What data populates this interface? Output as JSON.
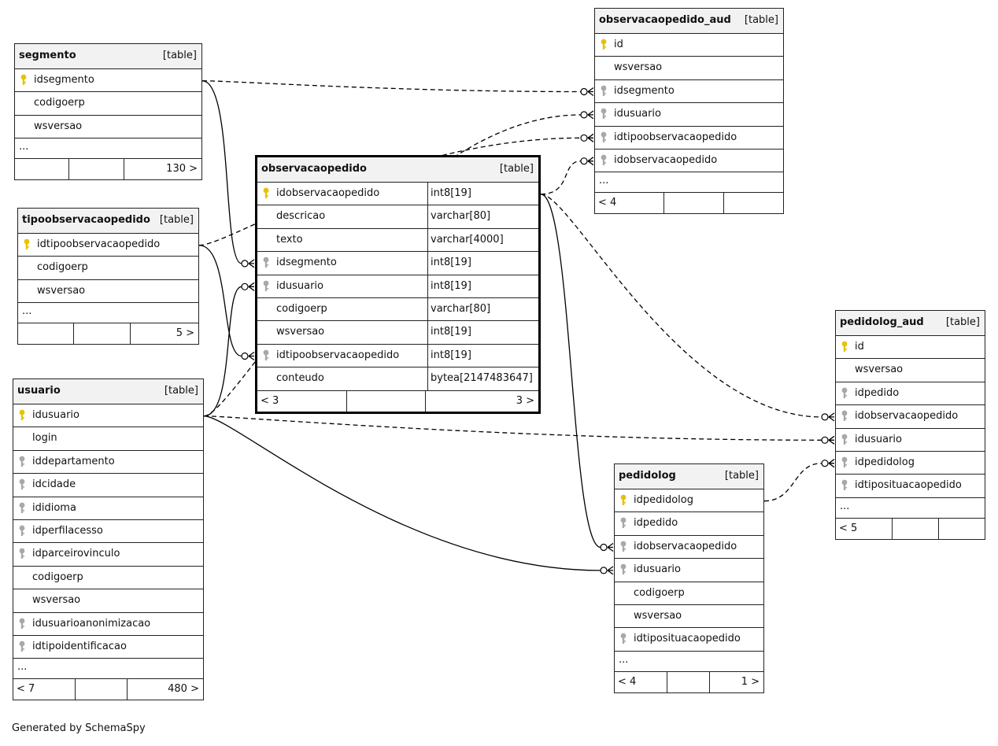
{
  "key_colors": {
    "primary": "#e6c300",
    "foreign": "#a8a8a8"
  },
  "footer": "Generated by SchemaSpy",
  "tables": [
    {
      "id": "segmento",
      "name": "segmento",
      "tag": "[table]",
      "columns": [
        {
          "name": "idsegmento",
          "key": "primary"
        },
        {
          "name": "codigoerp",
          "key": ""
        },
        {
          "name": "wsversao",
          "key": ""
        }
      ],
      "ellipsis": "...",
      "footer": [
        "",
        "",
        "130 >"
      ]
    },
    {
      "id": "tipoobservacaopedido",
      "name": "tipoobservacaopedido",
      "tag": "[table]",
      "columns": [
        {
          "name": "idtipoobservacaopedido",
          "key": "primary"
        },
        {
          "name": "codigoerp",
          "key": ""
        },
        {
          "name": "wsversao",
          "key": ""
        }
      ],
      "ellipsis": "...",
      "footer": [
        "",
        "",
        "5 >"
      ]
    },
    {
      "id": "usuario",
      "name": "usuario",
      "tag": "[table]",
      "columns": [
        {
          "name": "idusuario",
          "key": "primary"
        },
        {
          "name": "login",
          "key": ""
        },
        {
          "name": "iddepartamento",
          "key": "foreign"
        },
        {
          "name": "idcidade",
          "key": "foreign"
        },
        {
          "name": "ididioma",
          "key": "foreign"
        },
        {
          "name": "idperfilacesso",
          "key": "foreign"
        },
        {
          "name": "idparceirovinculo",
          "key": "foreign"
        },
        {
          "name": "codigoerp",
          "key": ""
        },
        {
          "name": "wsversao",
          "key": ""
        },
        {
          "name": "idusuarioanonimizacao",
          "key": "foreign"
        },
        {
          "name": "idtipoidentificacao",
          "key": "foreign"
        }
      ],
      "ellipsis": "...",
      "footer": [
        "< 7",
        "",
        "480 >"
      ]
    },
    {
      "id": "observacaopedido",
      "name": "observacaopedido",
      "tag": "[table]",
      "columns": [
        {
          "name": "idobservacaopedido",
          "type": "int8[19]",
          "key": "primary"
        },
        {
          "name": "descricao",
          "type": "varchar[80]",
          "key": ""
        },
        {
          "name": "texto",
          "type": "varchar[4000]",
          "key": ""
        },
        {
          "name": "idsegmento",
          "type": "int8[19]",
          "key": "foreign"
        },
        {
          "name": "idusuario",
          "type": "int8[19]",
          "key": "foreign"
        },
        {
          "name": "codigoerp",
          "type": "varchar[80]",
          "key": ""
        },
        {
          "name": "wsversao",
          "type": "int8[19]",
          "key": ""
        },
        {
          "name": "idtipoobservacaopedido",
          "type": "int8[19]",
          "key": "foreign"
        },
        {
          "name": "conteudo",
          "type": "bytea[2147483647]",
          "key": ""
        }
      ],
      "ellipsis": "",
      "footer": [
        "< 3",
        "",
        "3 >"
      ]
    },
    {
      "id": "observacaopedido_aud",
      "name": "observacaopedido_aud",
      "tag": "[table]",
      "columns": [
        {
          "name": "id",
          "key": "primary"
        },
        {
          "name": "wsversao",
          "key": ""
        },
        {
          "name": "idsegmento",
          "key": "foreign"
        },
        {
          "name": "idusuario",
          "key": "foreign"
        },
        {
          "name": "idtipoobservacaopedido",
          "key": "foreign"
        },
        {
          "name": "idobservacaopedido",
          "key": "foreign"
        }
      ],
      "ellipsis": "...",
      "footer": [
        "< 4",
        "",
        ""
      ]
    },
    {
      "id": "pedidolog_aud",
      "name": "pedidolog_aud",
      "tag": "[table]",
      "columns": [
        {
          "name": "id",
          "key": "primary"
        },
        {
          "name": "wsversao",
          "key": ""
        },
        {
          "name": "idpedido",
          "key": "foreign"
        },
        {
          "name": "idobservacaopedido",
          "key": "foreign"
        },
        {
          "name": "idusuario",
          "key": "foreign"
        },
        {
          "name": "idpedidolog",
          "key": "foreign"
        },
        {
          "name": "idtiposituacaopedido",
          "key": "foreign"
        }
      ],
      "ellipsis": "...",
      "footer": [
        "< 5",
        "",
        ""
      ]
    },
    {
      "id": "pedidolog",
      "name": "pedidolog",
      "tag": "[table]",
      "columns": [
        {
          "name": "idpedidolog",
          "key": "primary"
        },
        {
          "name": "idpedido",
          "key": "foreign"
        },
        {
          "name": "idobservacaopedido",
          "key": "foreign"
        },
        {
          "name": "idusuario",
          "key": "foreign"
        },
        {
          "name": "codigoerp",
          "key": ""
        },
        {
          "name": "wsversao",
          "key": ""
        },
        {
          "name": "idtiposituacaopedido",
          "key": "foreign"
        }
      ],
      "ellipsis": "...",
      "footer": [
        "< 4",
        "",
        "1 >"
      ]
    }
  ],
  "relationships": [
    {
      "from": "segmento.idsegmento",
      "to": "observacaopedido.idsegmento",
      "style": "solid"
    },
    {
      "from": "usuario.idusuario",
      "to": "observacaopedido.idusuario",
      "style": "solid"
    },
    {
      "from": "tipoobservacaopedido.idtipoobservacaopedido",
      "to": "observacaopedido.idtipoobservacaopedido",
      "style": "solid"
    },
    {
      "from": "segmento.idsegmento",
      "to": "observacaopedido_aud.idsegmento",
      "style": "dashed"
    },
    {
      "from": "usuario.idusuario",
      "to": "observacaopedido_aud.idusuario",
      "style": "dashed"
    },
    {
      "from": "tipoobservacaopedido.idtipoobservacaopedido",
      "to": "observacaopedido_aud.idtipoobservacaopedido",
      "style": "dashed"
    },
    {
      "from": "observacaopedido.idobservacaopedido",
      "to": "observacaopedido_aud.idobservacaopedido",
      "style": "dashed"
    },
    {
      "from": "observacaopedido.idobservacaopedido",
      "to": "pedidolog.idobservacaopedido",
      "style": "solid"
    },
    {
      "from": "usuario.idusuario",
      "to": "pedidolog.idusuario",
      "style": "solid"
    },
    {
      "from": "observacaopedido.idobservacaopedido",
      "to": "pedidolog_aud.idobservacaopedido",
      "style": "dashed"
    },
    {
      "from": "usuario.idusuario",
      "to": "pedidolog_aud.idusuario",
      "style": "dashed"
    },
    {
      "from": "pedidolog.idpedidolog",
      "to": "pedidolog_aud.idpedidolog",
      "style": "dashed"
    }
  ]
}
